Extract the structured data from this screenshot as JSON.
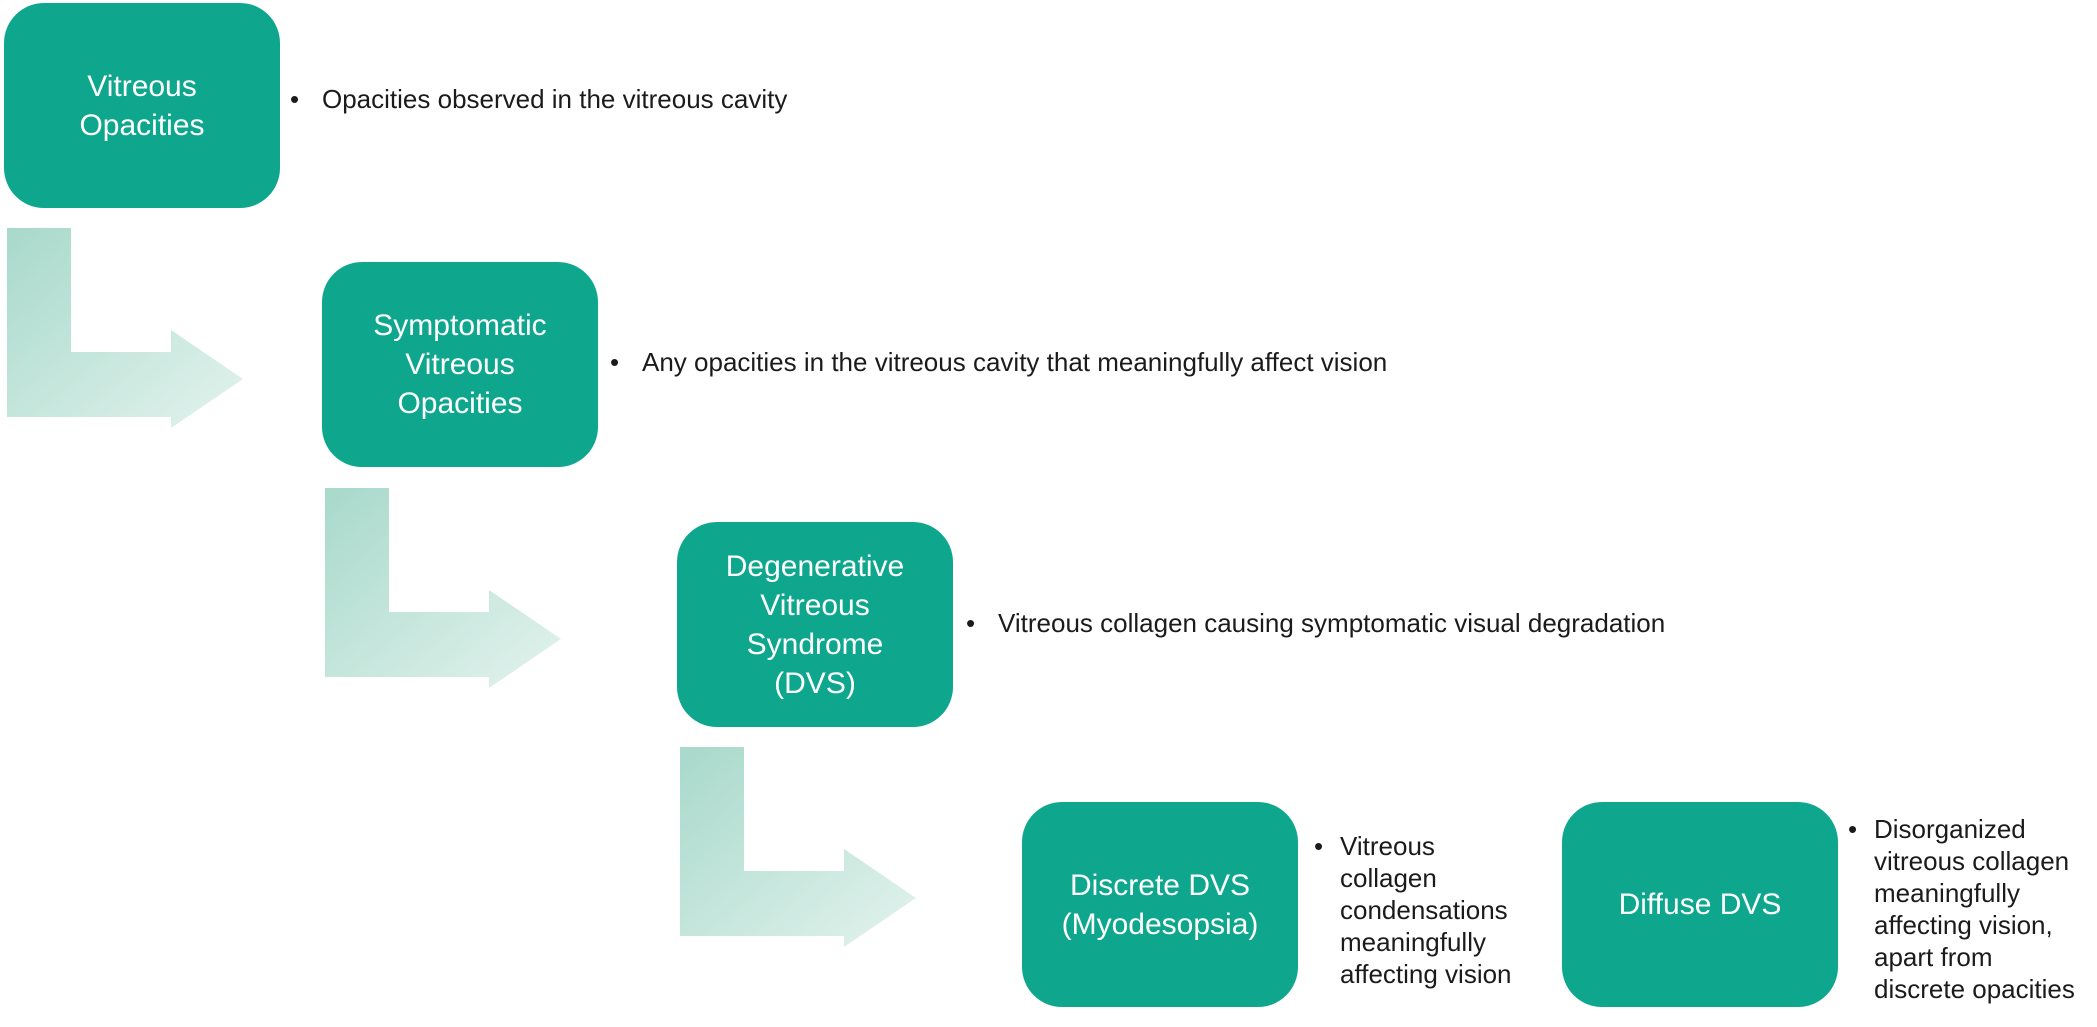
{
  "diagram": {
    "type": "hierarchy-flowchart",
    "topic": "Vitreous Opacities terminology",
    "bullet_marker": "•",
    "colors": {
      "background": "#ffffff",
      "node_fill": "#0ea78d",
      "node_text": "#ffffff",
      "body_text": "#1b1b1b",
      "arrow_gradient_start": "#a8d9ca",
      "arrow_gradient_end": "#e3f3ee"
    },
    "nodes": [
      {
        "label": "Vitreous\nOpacities",
        "description": "Opacities observed in the vitreous cavity"
      },
      {
        "label": "Symptomatic\nVitreous\nOpacities",
        "description": "Any opacities in the vitreous cavity that meaningfully affect vision"
      },
      {
        "label": "Degenerative\nVitreous\nSyndrome\n(DVS)",
        "description": "Vitreous collagen causing symptomatic visual degradation"
      },
      {
        "label": "Discrete DVS\n(Myodesopsia)",
        "description": "Vitreous\ncollagen\ncondensations\nmeaningfully\naffecting vision"
      },
      {
        "label": "Diffuse DVS",
        "description": "Disorganized\nvitreous collagen\nmeaningfully\naffecting vision,\napart from\ndiscrete opacities"
      }
    ]
  }
}
